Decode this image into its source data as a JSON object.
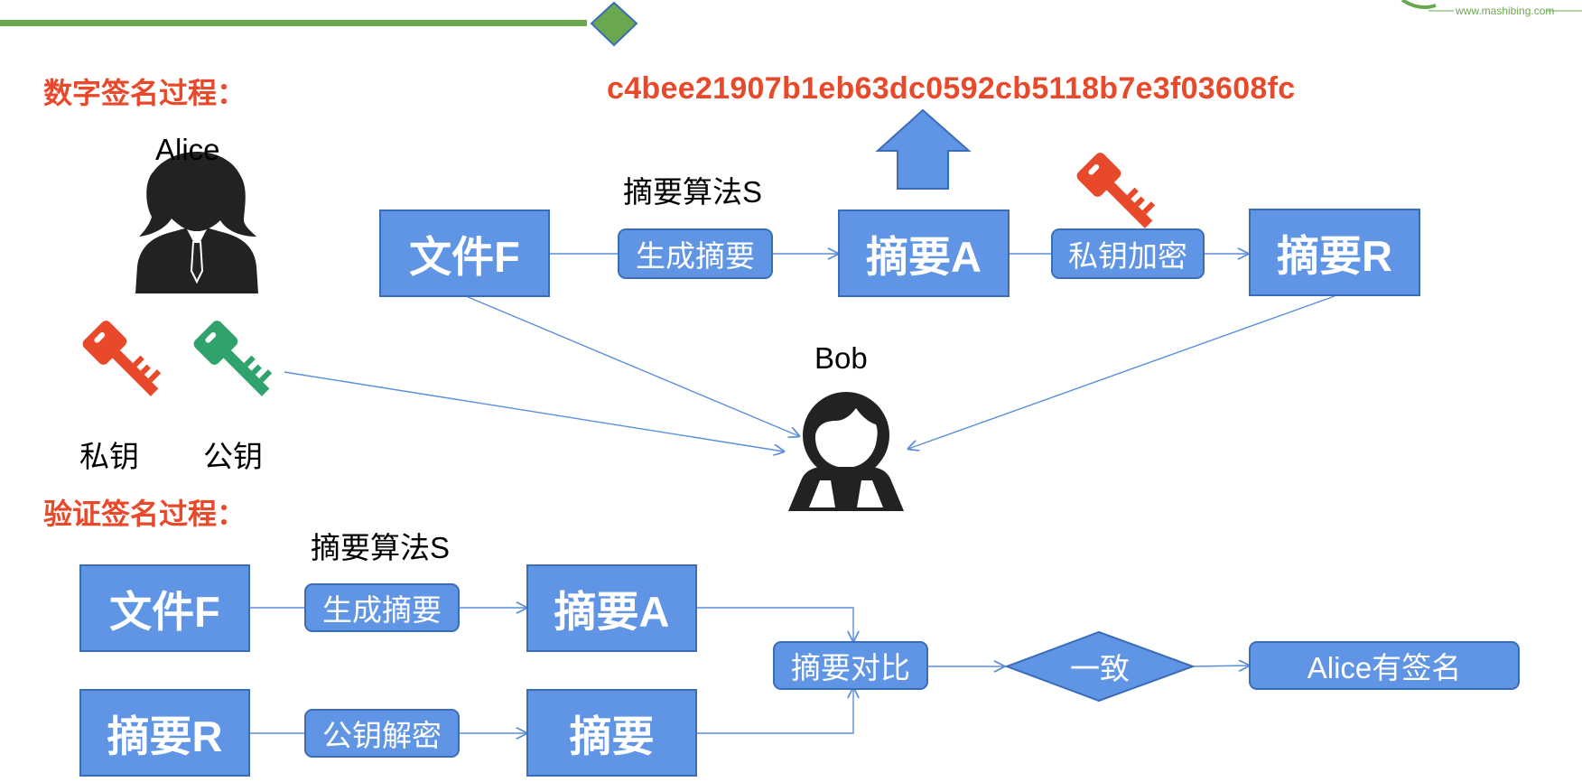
{
  "brand": {
    "url": "www.mashibing.com"
  },
  "signing": {
    "title": "数字签名过程：",
    "hash": "c4bee21907b1eb63dc0592cb5118b7e3f03608fc",
    "alice_label": "Alice",
    "bob_label": "Bob",
    "algorithm_label": "摘要算法S",
    "file_box": "文件F",
    "generate_step": "生成摘要",
    "digest_box": "摘要A",
    "encrypt_step": "私钥加密",
    "digest_r_box": "摘要R",
    "private_key_label": "私钥",
    "public_key_label": "公钥"
  },
  "verifying": {
    "title": "验证签名过程：",
    "algorithm_label": "摘要算法S",
    "file_box": "文件F",
    "generate_step": "生成摘要",
    "digest_box": "摘要A",
    "digest_r_box": "摘要R",
    "decrypt_step": "公钥解密",
    "digest_plain_box": "摘要",
    "compare_step": "摘要对比",
    "consistent_label": "一致",
    "result_label": "Alice有签名"
  },
  "colors": {
    "box_fill": "#5f95e4",
    "box_border": "#3a6cb8",
    "title_red": "#e8492a",
    "key_red": "#e8492a",
    "key_green": "#2fa36b",
    "accent_green": "#6aa84f"
  }
}
